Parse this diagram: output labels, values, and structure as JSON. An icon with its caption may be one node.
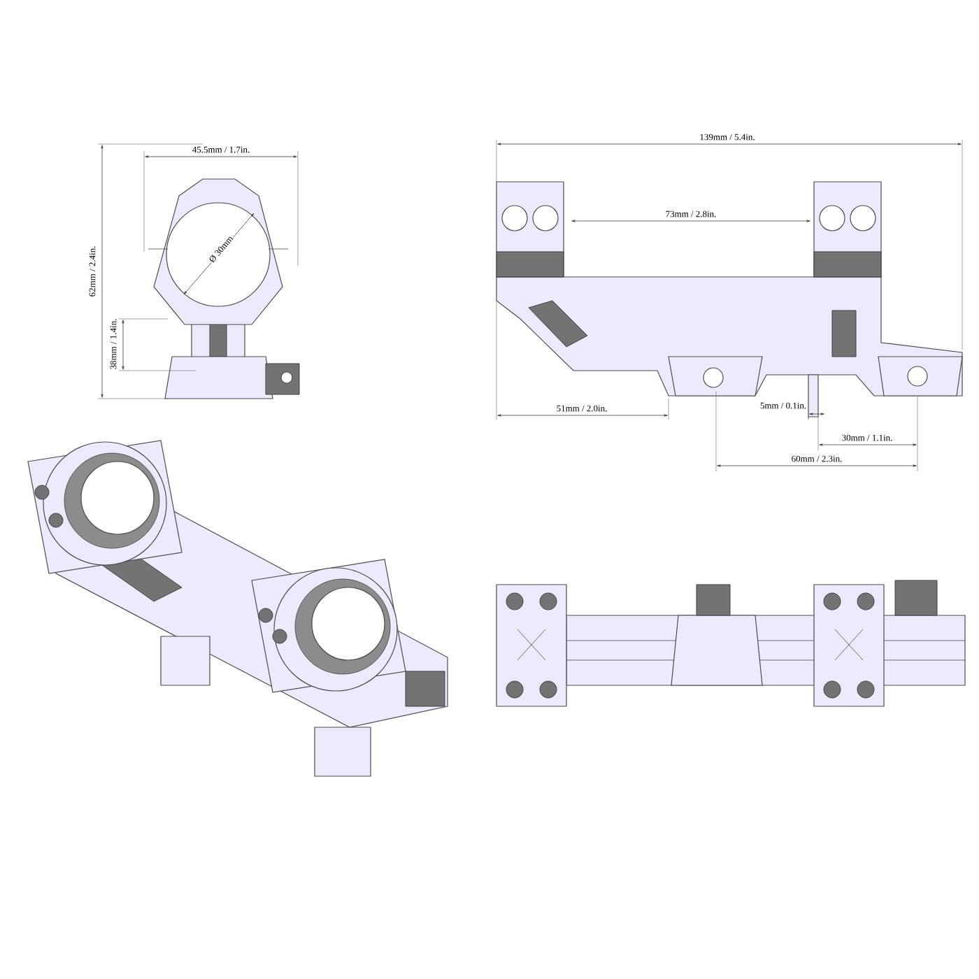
{
  "diagram": {
    "labels": [
      "45.5mm / 1.7in.",
      "62mm / 2.4in.",
      "38mm / 1.4in.",
      "Ø 30mm",
      "139mm / 5.4in.",
      "73mm / 2.8in.",
      "51mm / 2.0in.",
      "5mm / 0.1in.",
      "30mm / 1.1in.",
      "60mm / 2.3in."
    ]
  }
}
